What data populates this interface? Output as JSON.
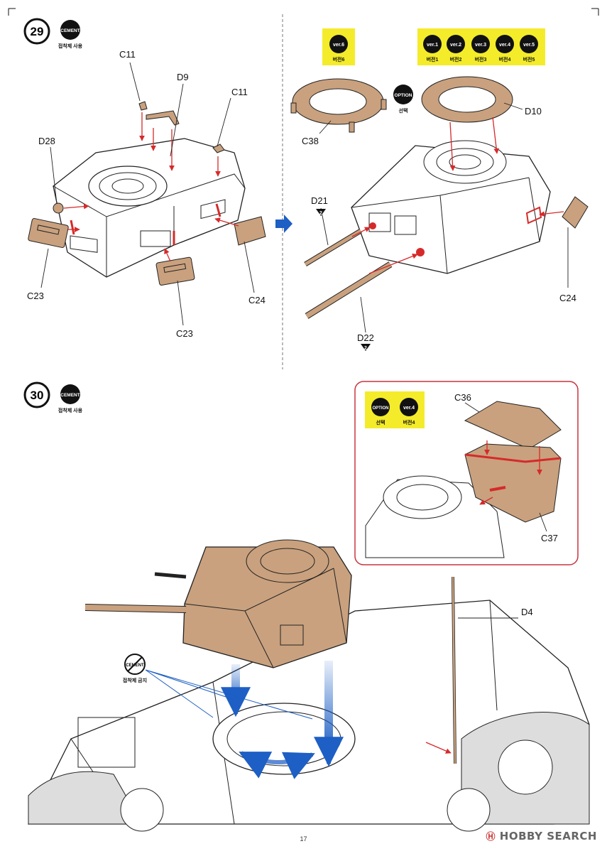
{
  "steps": [
    {
      "number": "29",
      "badge": "CEMENT",
      "caption": "접착제 사용"
    },
    {
      "number": "30",
      "badge": "CEMENT",
      "caption": "접착제 사용"
    }
  ],
  "labels": {
    "c11_left": "C11",
    "d9": "D9",
    "c11_right": "C11",
    "d28": "D28",
    "c23_left": "C23",
    "c23_bottom": "C23",
    "c24_left": "C24",
    "c38": "C38",
    "d10": "D10",
    "d21": "D21",
    "d22": "D22",
    "c24_right": "C24",
    "c36": "C36",
    "c37": "C37",
    "d4": "D4"
  },
  "part_marker": "2",
  "versions_left": {
    "badge": "ver.6",
    "caption": "버전6"
  },
  "versions_right": [
    {
      "badge": "ver.1",
      "caption": "버전1"
    },
    {
      "badge": "ver.2",
      "caption": "버전2"
    },
    {
      "badge": "ver.3",
      "caption": "버전3"
    },
    {
      "badge": "ver.4",
      "caption": "버전4"
    },
    {
      "badge": "ver.5",
      "caption": "버전5"
    }
  ],
  "option_top": {
    "badge": "OPTION",
    "caption": "선택"
  },
  "inset_tags": [
    {
      "badge": "OPTION",
      "caption": "선택"
    },
    {
      "badge": "ver.4",
      "caption": "버전4"
    }
  ],
  "no_cement": {
    "badge": "CEMENT",
    "caption": "접착제 금지"
  },
  "page_number": "17",
  "watermark": {
    "text": "HOBBY SEARCH",
    "symbol": "Ⓗ"
  },
  "colors": {
    "part_tan": "#c9a17e",
    "accent_red": "#d62a2a",
    "inset_border": "#c8343f",
    "arrow_blue": "#1d5fc4",
    "version_yellow": "#f4ec2a"
  }
}
